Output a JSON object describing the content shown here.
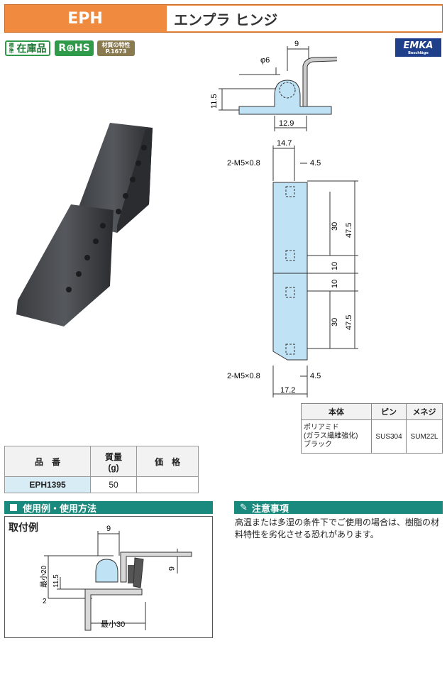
{
  "header": {
    "code": "EPH",
    "name": "エンプラ ヒンジ"
  },
  "badges": {
    "stock_small": "標準",
    "stock": "在庫品",
    "rohs": "R⊕HS",
    "material_line1": "材質の特性",
    "material_line2": "P.1673"
  },
  "logo": {
    "name": "EMKA",
    "sub": "Beschläge"
  },
  "side_drawing": {
    "phi": "φ6",
    "nine": "9",
    "height": "11.5",
    "base": "12.9"
  },
  "front_drawing": {
    "w_top": "14.7",
    "m_top": "2-M5×0.8",
    "offset_top": "4.5",
    "d30a": "30",
    "d475a": "47.5",
    "d10a": "10",
    "d10b": "10",
    "d30b": "30",
    "d475b": "47.5",
    "m_bottom": "2-M5×0.8",
    "offset_bottom": "4.5",
    "w_bottom": "17.2"
  },
  "material_table": {
    "headers": [
      "本体",
      "ピン",
      "メネジ"
    ],
    "body_lines": [
      "ポリアミド",
      "(ガラス繊維強化)",
      "ブラック"
    ],
    "pin": "SUS304",
    "nut": "SUM22L"
  },
  "spec_table": {
    "h_code": "品　番",
    "h_mass_1": "質量",
    "h_mass_2": "(g)",
    "h_price": "価　格",
    "row": {
      "code": "EPH1395",
      "mass": "50",
      "price": ""
    }
  },
  "usage": {
    "bar": "使用例・使用方法",
    "title": "取付例",
    "nine": "9",
    "six": "6",
    "min20": "最小20",
    "h115": "11.5",
    "two": "2",
    "min30": "最小30"
  },
  "caution": {
    "bar": "注意事項",
    "text": "高温または多湿の条件下でご使用の場合は、樹脂の材料特性を劣化させる恐れがあります。"
  },
  "colors": {
    "header_orange": "#f08a3e",
    "teal_bar": "#1a8a7e",
    "part_blue": "#bfe2f4",
    "stock_green": "#2e9a4a"
  }
}
